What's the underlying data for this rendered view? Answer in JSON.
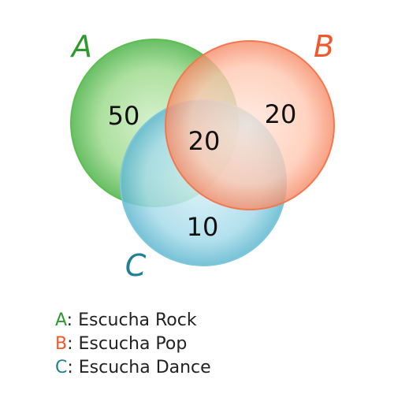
{
  "sets": [
    {
      "key": "A",
      "letter": "A",
      "description": "Escucha Rock",
      "color": "#2e9a2e"
    },
    {
      "key": "B",
      "letter": "B",
      "description": "Escucha Pop",
      "color": "#f0572a"
    },
    {
      "key": "C",
      "letter": "C",
      "description": "Escucha Dance",
      "color": "#1e7f95"
    }
  ],
  "regions": {
    "a_only": "50",
    "b_only": "20",
    "a_and_b": "20",
    "c_only": "10"
  },
  "legend_separator": ": "
}
